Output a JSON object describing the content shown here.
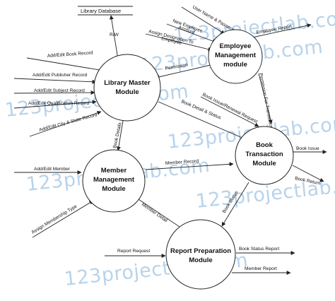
{
  "watermark": "123projectlab.com",
  "datastore": {
    "name": "Library Database",
    "rw_label": "R/W"
  },
  "processes": {
    "library_master": {
      "line1": "Library Master",
      "line2": "Module"
    },
    "employee": {
      "line1": "Employee",
      "line2": "Management",
      "line3": "module"
    },
    "book_transaction": {
      "line1": "Book",
      "line2": "Transaction",
      "line3": "Module"
    },
    "member": {
      "line1": "Member",
      "line2": "Management",
      "line3": "Module"
    },
    "report": {
      "line1": "Report Preparation",
      "line2": "Module"
    }
  },
  "flows": {
    "add_edit_book_record": "Add/Edit Book Record",
    "add_edit_publisher_record": "Add/Edit Publisher Record",
    "add_edit_subject_record": "Add/Edit Subject Record",
    "add_edit_qualification_record": "Add/Edit Qualification Record",
    "add_edit_city_state_record": "Add/Edit City & State Record",
    "user_name_password": "User Name & Password",
    "new_employee_account_1": "New Employee",
    "new_employee_account_2": "Account",
    "assign_designation_1": "Assign Designation To",
    "assign_designation_2": "Employee",
    "employee_report": "Employee Report",
    "permission": "Permission",
    "permission_for_transaction": "Permission For Transaction",
    "book_issue_renewal_request": "Book Issue/Renewal Request",
    "book_detail_status": "Book Detail & Status",
    "book_details": "Book Details",
    "book_issue": "Book Issue",
    "book_return": "Book Return",
    "add_edit_member": "Add/Edit Member",
    "member_record": "Member Record",
    "assign_membership_type": "Assign Membership Type",
    "member_detail": "Member Detail",
    "book_status": "Book Status",
    "report_request": "Report Request",
    "book_status_report": "Book Status Report",
    "member_report": "Member Report"
  }
}
